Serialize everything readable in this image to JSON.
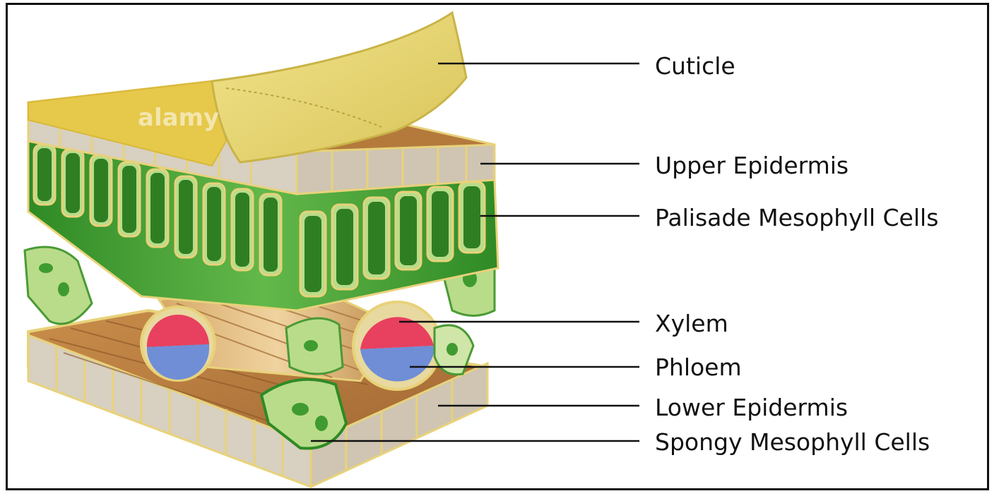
{
  "labels": {
    "cuticle": "Cuticle",
    "upper_epidermis": "Upper Epidermis",
    "palisade": "Palisade Mesophyll Cells",
    "xylem": "Xylem",
    "phloem": "Phloem",
    "lower_epidermis": "Lower Epidermis",
    "spongy": "Spongy Mesophyll Cells"
  },
  "watermark": "alamy",
  "colors": {
    "cuticle": "#ecdc7a",
    "epidermis": "#c8c0b4",
    "palisade": "#3f9b2f",
    "spongy": "#b9dc8a",
    "xylem": "#e8405f",
    "phloem": "#6f8ed6",
    "vein": "#c99a58",
    "base": "#b47a3c",
    "line": "#111111"
  }
}
